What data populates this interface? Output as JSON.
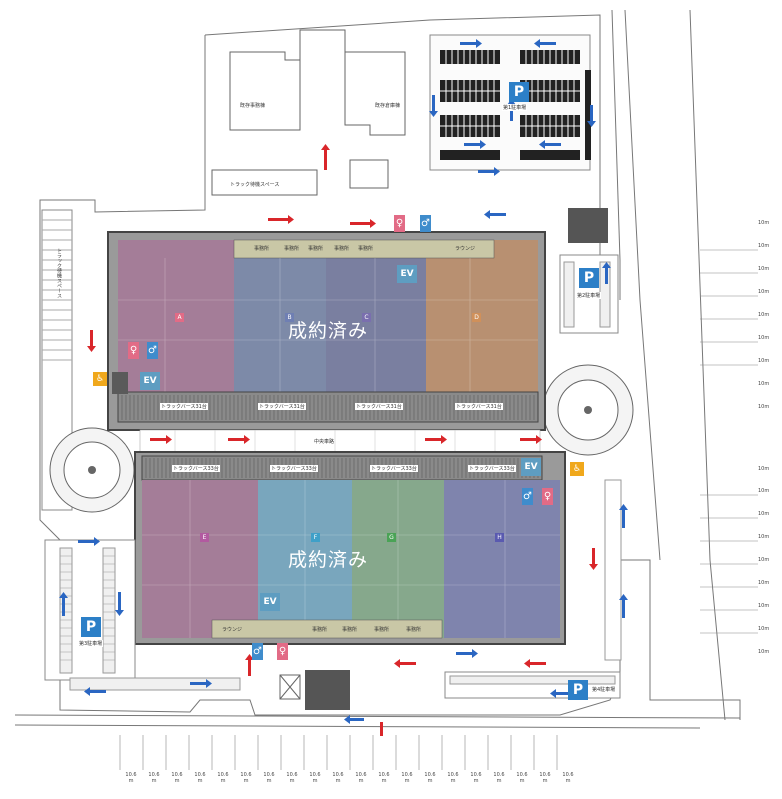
{
  "sold_label": "成約済み",
  "building_upper": {
    "zones": [
      {
        "name": "A",
        "color": "#a47d98"
      },
      {
        "name": "B",
        "color": "#7d8aa8"
      },
      {
        "name": "C",
        "color": "#7a7fa0"
      },
      {
        "name": "D",
        "color": "#b89071"
      }
    ],
    "offices": [
      "事務所",
      "事務所",
      "事務所",
      "事務所",
      "事務所"
    ],
    "lounge": "ラウンジ",
    "truck_berths": [
      "トラックバース31台",
      "トラックバース31台",
      "トラックバース31台",
      "トラックバース31台"
    ]
  },
  "building_lower": {
    "zones": [
      {
        "name": "E",
        "color": "#a47d98"
      },
      {
        "name": "F",
        "color": "#79a6bd"
      },
      {
        "name": "G",
        "color": "#86a88c"
      },
      {
        "name": "H",
        "color": "#7f84ad"
      }
    ],
    "offices": [
      "事務所",
      "事務所",
      "事務所",
      "事務所"
    ],
    "lounge": "ラウンジ",
    "truck_berths": [
      "トラックバース33台",
      "トラックバース33台",
      "トラックバース33台",
      "トラックバース33台"
    ]
  },
  "central_road": "中央車路",
  "top_buildings": [
    "既存事務棟",
    "既存倉庫棟"
  ],
  "truck_waiting_top": "トラック待機スペース",
  "truck_waiting_left": "トラック待機スペース",
  "parking": [
    {
      "symbol": "P",
      "caption": "第1駐車場"
    },
    {
      "symbol": "P",
      "caption": "第2駐車場"
    },
    {
      "symbol": "P",
      "caption": "第3駐車場"
    },
    {
      "symbol": "P",
      "caption": "第4駐車場"
    }
  ],
  "ev_label": "EV",
  "right_dims": [
    "10m",
    "10m",
    "10m",
    "10m",
    "10m",
    "10m",
    "10m",
    "10m",
    "10m",
    "10m",
    "10m",
    "10m",
    "10m",
    "10m",
    "10m",
    "10m",
    "10m",
    "10m"
  ],
  "bottom_dims": [
    "10.6",
    "10.6",
    "10.6",
    "10.6",
    "10.6",
    "10.6",
    "10.6",
    "10.6",
    "10.6",
    "10.6",
    "10.6",
    "10.6",
    "10.6",
    "10.6",
    "10.6",
    "10.6",
    "10.6",
    "10.6",
    "10.6",
    "10.6"
  ],
  "bottom_dim_unit": "m",
  "colors": {
    "arrow_red": "#d9262a",
    "arrow_blue": "#2a66c2",
    "parking_blue": "#2c7fc7",
    "ev_blue": "#5e9dc1",
    "wc_female": "#e26b86",
    "wc_male": "#3f8ccc",
    "accessible": "#f0a81c"
  }
}
